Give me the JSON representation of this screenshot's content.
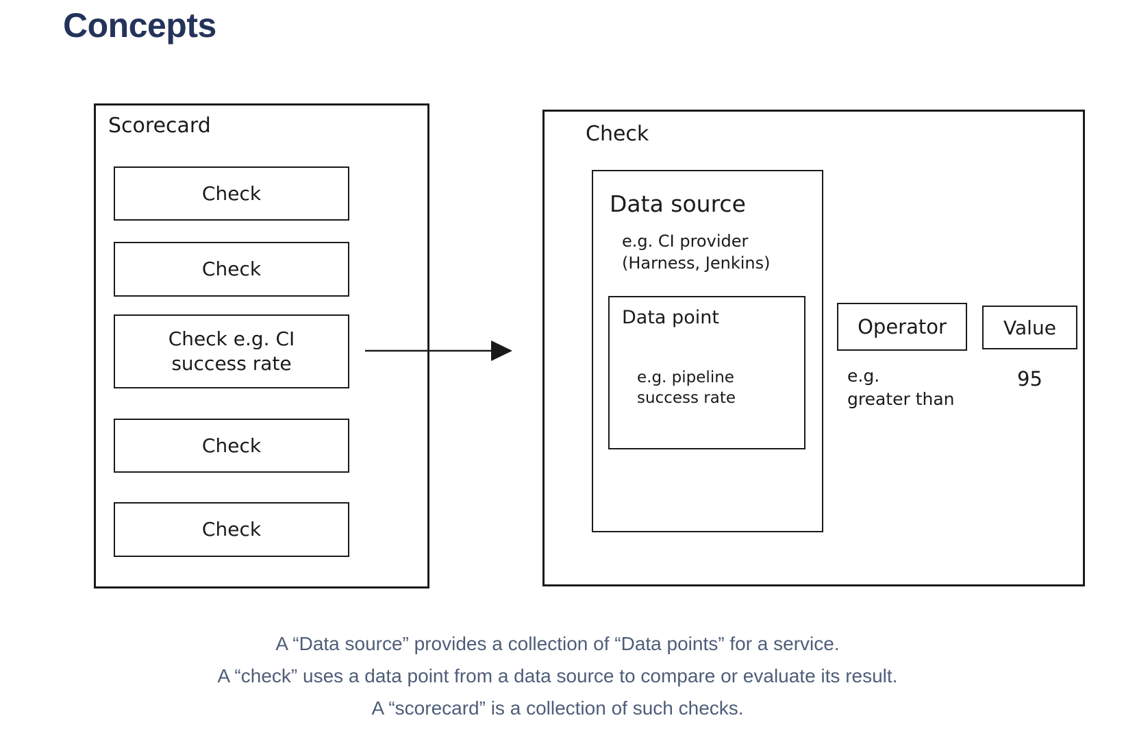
{
  "page": {
    "title": "Concepts"
  },
  "diagram": {
    "scorecard": {
      "label": "Scorecard",
      "checks": [
        "Check",
        "Check",
        "Check e.g. CI\nsuccess rate",
        "Check",
        "Check"
      ]
    },
    "check": {
      "label": "Check",
      "data_source": {
        "label": "Data source",
        "example": "e.g. CI provider\n(Harness, Jenkins)",
        "data_point": {
          "label": "Data point",
          "example": "e.g. pipeline\nsuccess rate"
        }
      },
      "operator": {
        "label": "Operator",
        "example": "e.g.\ngreater than"
      },
      "value": {
        "label": "Value",
        "example": "95"
      }
    }
  },
  "caption": {
    "lines": [
      "A “Data source” provides a collection of “Data points” for a service.",
      "A “check” uses a data point from a data source to compare or evaluate its result.",
      "A “scorecard” is a collection of such checks."
    ]
  },
  "colors": {
    "heading": "#24335a",
    "caption": "#4e5d78",
    "stroke": "#1a1a1a"
  }
}
